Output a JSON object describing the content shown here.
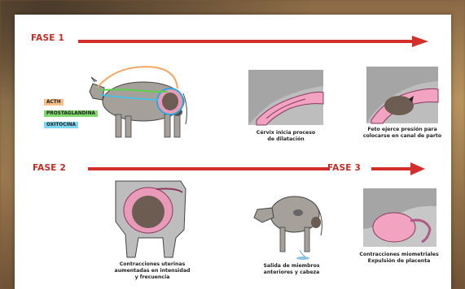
{
  "phases": {
    "phase1": "FASE 1",
    "phase2": "FASE 2",
    "phase3": "FASE 3"
  },
  "legend": [
    {
      "label": "ACTH",
      "color": "#f7c08a"
    },
    {
      "label": "PROSTAGLANDINA",
      "color": "#7fd96a"
    },
    {
      "label": "OXITOCINA",
      "color": "#7fd6f2"
    }
  ],
  "captions": {
    "cervix": [
      "Cérvix inicia proceso",
      "de dilatación"
    ],
    "fetus": [
      "Feto ejerce presión para",
      "colocarse en canal de parto"
    ],
    "contractions": [
      "Contracciones uterinas",
      "aumentadas en intensidad",
      "y frecuencia"
    ],
    "exit": [
      "Salida de miembros",
      "anteriores y cabeza"
    ],
    "myometrial": [
      "Contracciones miometriales",
      "Expulsión de placenta"
    ]
  },
  "colors": {
    "arrow": "#d32f2a",
    "uterus": "#f2a3c0",
    "tissue": "#a7a7a7"
  }
}
